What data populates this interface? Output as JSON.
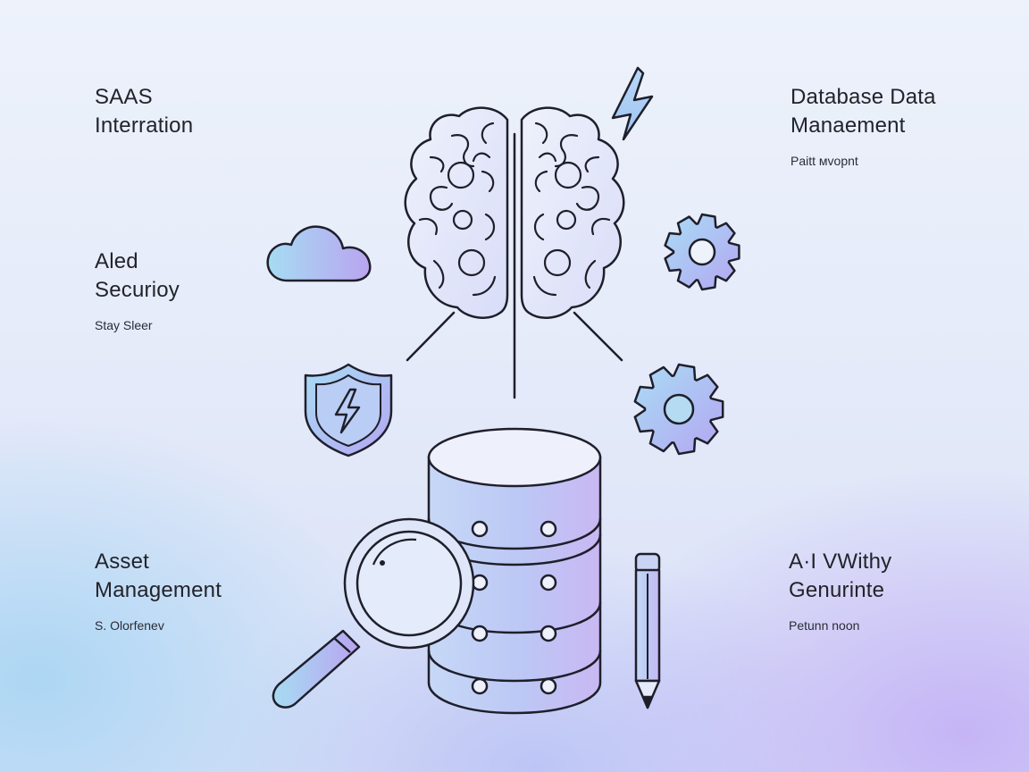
{
  "labels": {
    "top_left": {
      "title_line1": "SAAS",
      "title_line2": "Interration"
    },
    "top_right": {
      "title_line1": "Database Data",
      "title_line2": "Manaеment",
      "subtitle": "Paitt мvopnt"
    },
    "mid_left": {
      "title_line1": "Aled",
      "title_line2": "Securioy",
      "subtitle": "Stay Sleer"
    },
    "bottom_left": {
      "title_line1": "Asset",
      "title_line2": "Management",
      "subtitle": "S. Olorfenev"
    },
    "bottom_right": {
      "title_line1": "A·I VWithy",
      "title_line2": "Genurinte",
      "subtitle": "Petunn noon"
    }
  },
  "icons": [
    "brain-icon",
    "lightning-icon",
    "cloud-icon",
    "gear-icon",
    "shield-lightning-icon",
    "database-icon",
    "magnifier-icon",
    "pencil-icon"
  ],
  "colors": {
    "stroke": "#1e1f2a",
    "fill_light": "#a9d4f2",
    "fill_purple": "#b7a8f2"
  }
}
